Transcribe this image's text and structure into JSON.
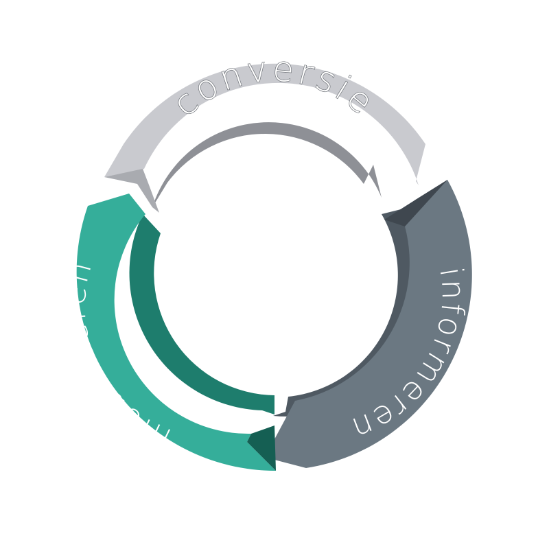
{
  "diagram": {
    "segments": [
      {
        "id": "conversie",
        "label": "conversie",
        "colors": {
          "face": "#c9cacf",
          "side": "#8e9096",
          "tip": "#a9abb0"
        }
      },
      {
        "id": "informeren",
        "label": "informeren",
        "colors": {
          "face": "#6b7882",
          "side": "#4f5962",
          "tip": "#3f474f"
        }
      },
      {
        "id": "mobiliseren",
        "label": "mobiliseren",
        "colors": {
          "face": "#35ae9a",
          "side": "#1e7d6d",
          "tip": "#155f53"
        }
      }
    ]
  }
}
